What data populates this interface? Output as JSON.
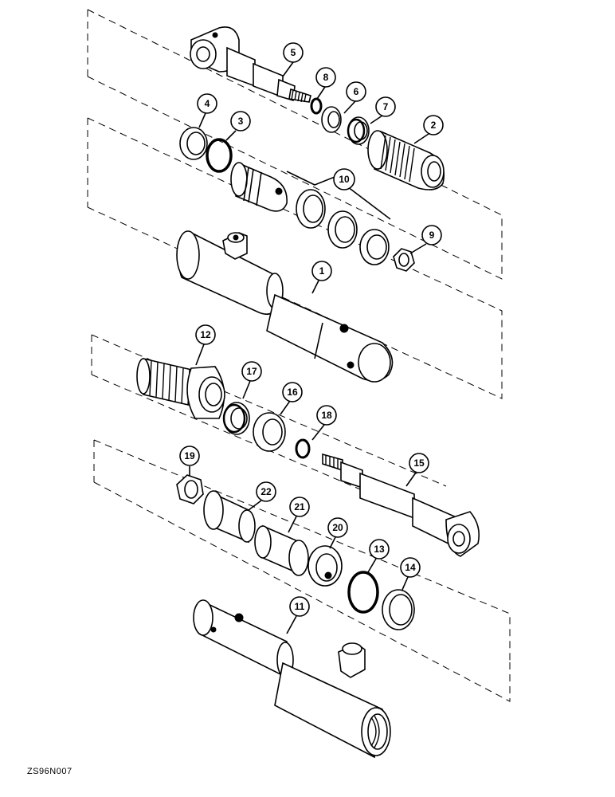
{
  "footer": {
    "code": "ZS96N007"
  },
  "callouts": {
    "c1": "1",
    "c2": "2",
    "c3": "3",
    "c4": "4",
    "c5": "5",
    "c6": "6",
    "c7": "7",
    "c8": "8",
    "c9": "9",
    "c10": "10",
    "c11": "11",
    "c12": "12",
    "c13": "13",
    "c14": "14",
    "c15": "15",
    "c16": "16",
    "c17": "17",
    "c18": "18",
    "c19": "19",
    "c20": "20",
    "c21": "21",
    "c22": "22"
  }
}
